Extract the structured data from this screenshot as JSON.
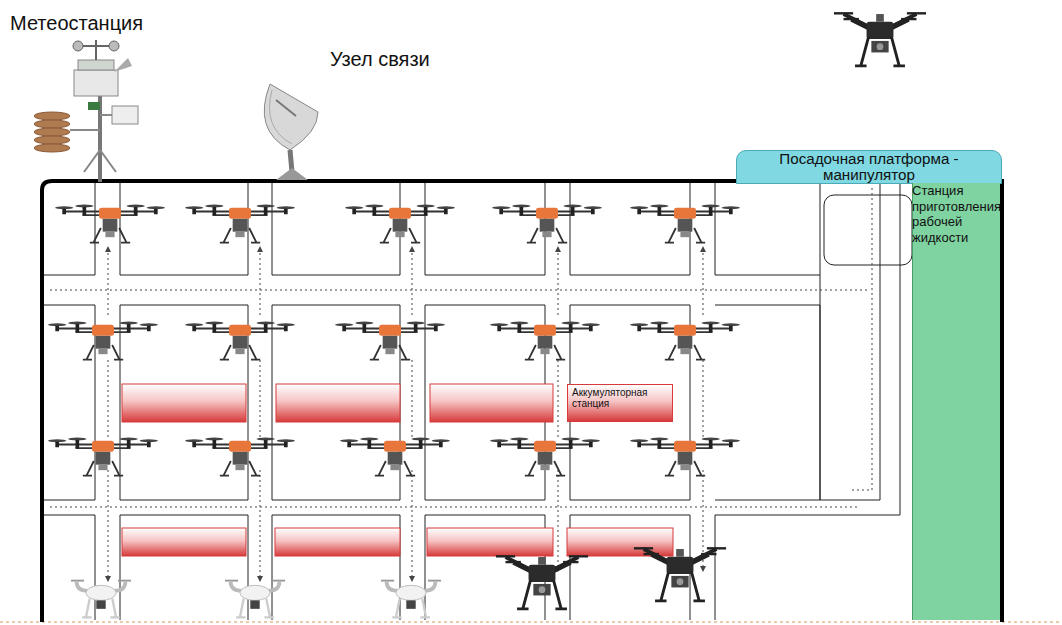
{
  "diagram": {
    "nodes": [
      {
        "text": [
          "Посадочная платформа - манипулятор"
        ]
      },
      {
        "text": [
          "Станция приготовления рабочей жидкости"
        ]
      },
      {
        "text": [
          "Аккумуляторная станция"
        ]
      }
    ],
    "labels": [
      "Метеостанция",
      "Узел связи"
    ]
  }
}
